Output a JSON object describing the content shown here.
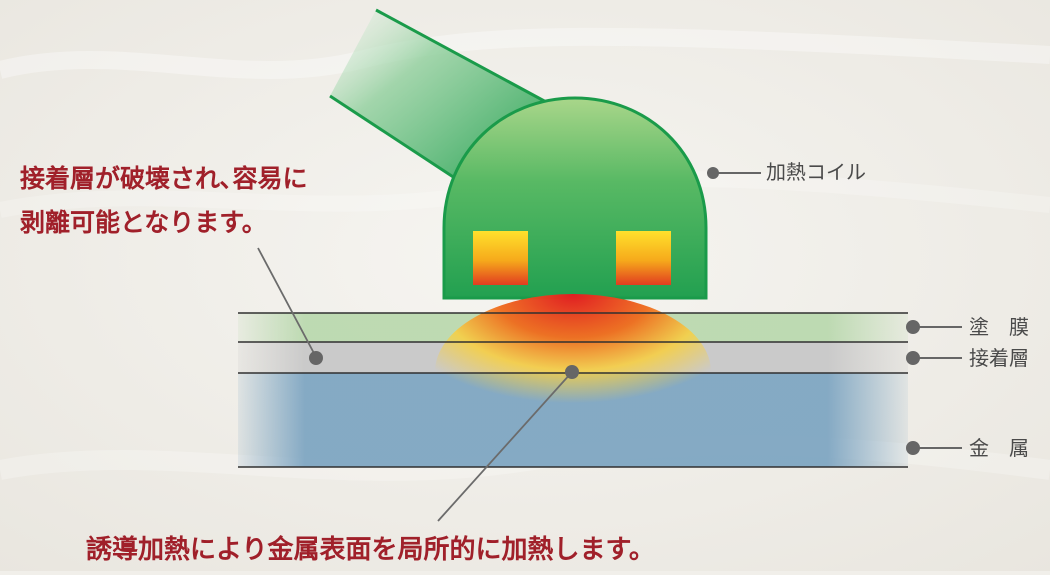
{
  "captions": {
    "top_line1": "接着層が破壊され､容易に",
    "top_line2": "剥離可能となります。",
    "bottom": "誘導加熱により金属表面を局所的に加熱します。"
  },
  "labels": {
    "coil": "加熱コイル",
    "coating": "塗　膜",
    "adhesive": "接着層",
    "metal": "金　属"
  },
  "colors": {
    "caption": "#a0202a",
    "coil_green": "#22a050",
    "coating_green": "#b4d6a8",
    "adhesive_gray": "#c8c8c8",
    "metal_blue": "#7fa6c2",
    "heat_hot": "#e01e22",
    "heat_warm": "#f6cf45"
  }
}
